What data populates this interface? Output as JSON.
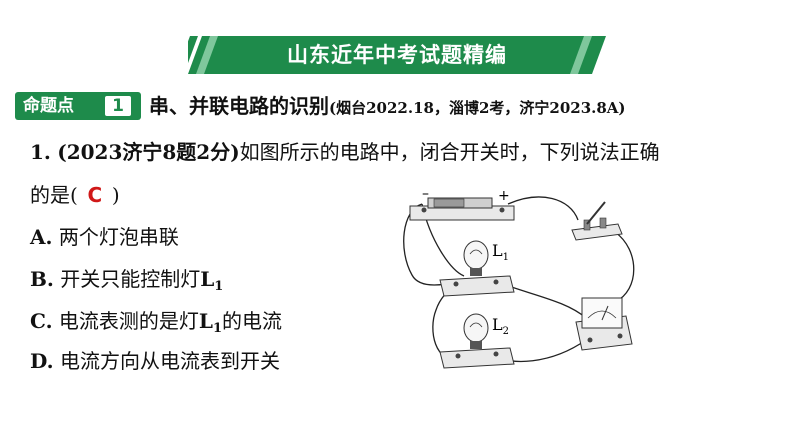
{
  "banner": {
    "title": "山东近年中考试题精编",
    "color": "#1e8b4b"
  },
  "topic": {
    "badge_label": "命题点",
    "badge_number": "1",
    "title": "串、并联电路的识别",
    "source": "(烟台2022.18，淄博2考，济宁2023.8A)"
  },
  "question": {
    "number": "1.",
    "source": "(2023济宁8题2分)",
    "stem_part1": "如图所示的电路中，闭合开关时，下列说法正确",
    "stem_part2_prefix": "的是(",
    "answer": "C",
    "stem_part2_suffix": ")",
    "options": [
      {
        "letter": "A.",
        "text": "两个灯泡串联",
        "tail": "",
        "sub": "",
        "tail2": ""
      },
      {
        "letter": "B.",
        "text": "开关只能控制灯",
        "tail": "L",
        "sub": "1",
        "tail2": ""
      },
      {
        "letter": "C.",
        "text": "电流表测的是灯",
        "tail": "L",
        "sub": "1",
        "tail2": "的电流"
      },
      {
        "letter": "D.",
        "text": "电流方向从电流表到开关",
        "tail": "",
        "sub": "",
        "tail2": ""
      }
    ]
  },
  "figure": {
    "battery_minus": "–",
    "battery_plus": "+",
    "lamp1_label": "L",
    "lamp1_sub": "1",
    "lamp2_label": "L",
    "lamp2_sub": "2"
  }
}
